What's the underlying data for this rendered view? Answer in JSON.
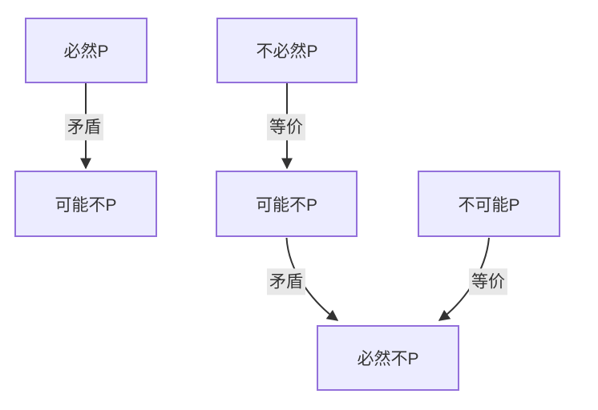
{
  "diagram": {
    "type": "flowchart",
    "nodes": {
      "n1": {
        "label": "必然P"
      },
      "n2": {
        "label": "不必然P"
      },
      "n3": {
        "label": "可能不P"
      },
      "n4": {
        "label": "可能不P"
      },
      "n5": {
        "label": "不可能P"
      },
      "n6": {
        "label": "必然不P"
      }
    },
    "edges": {
      "e1": {
        "from": "必然P",
        "to": "可能不P",
        "label": "矛盾"
      },
      "e2": {
        "from": "不必然P",
        "to": "可能不P",
        "label": "等价"
      },
      "e3": {
        "from": "可能不P",
        "to": "必然不P",
        "label": "矛盾"
      },
      "e4": {
        "from": "不可能P",
        "to": "必然不P",
        "label": "等价"
      }
    },
    "colors": {
      "canvas_bg": "#ffffff",
      "node_fill": "#ECECFF",
      "node_border": "#9370DB",
      "edge_line": "#333333",
      "label_bg": "#e8e8e8",
      "text": "#333333"
    }
  }
}
